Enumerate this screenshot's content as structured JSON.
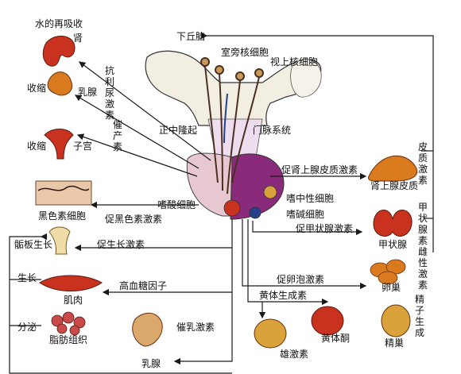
{
  "labels": {
    "hypothalamus": "下丘脑",
    "paraventricular": "室旁核细胞",
    "supraoptic": "视上核细胞",
    "median_eminence": "正中隆起",
    "portal": "门脉系统",
    "acidophil": "嗜酸细胞",
    "chromophobe": "嗜中性细胞",
    "basophil": "嗜碱细胞",
    "water_reabsorption": "水的再吸收",
    "kidney": "肾",
    "adh": "抗利尿激素",
    "contraction1": "收缩",
    "mammary_top": "乳腺",
    "oxytocin": "催产素",
    "contraction2": "收缩",
    "uterus": "子宫",
    "melanocyte": "黑色素细胞",
    "msh": "促黑色素激素",
    "acth": "促肾上腺皮质激素",
    "adrenal": "肾上腺皮质",
    "cortical_hormone": "皮质激素",
    "tsh": "促甲状腺激素",
    "thyroid": "甲状腺",
    "thyroid_hormone": "甲状腺素",
    "epiphysis": "骺板生长",
    "gh": "促生长激素",
    "growth": "生长",
    "muscle": "肌肉",
    "glycemic": "高血糖因子",
    "secretion": "分泌",
    "adipose": "脂肪组织",
    "fsh": "促卵泡激素",
    "ovary": "卵巢",
    "sex_hormone": "雌性激素",
    "lh": "黄体生成素",
    "sperm": "精子生成",
    "testis": "精巢",
    "progesterone": "黄体酮",
    "androgen": "雄激素",
    "prolactin": "催乳激素",
    "mammary_bottom": "乳腺"
  },
  "colors": {
    "line": "#1a1a1a",
    "anterior_lobe": "#8a2a7a",
    "posterior_lobe": "#e8c8d0",
    "stalk": "#eeddee",
    "hypothalamus_wing": "#f3eee2",
    "organ_red": "#c8321e",
    "organ_orange": "#d97a1e"
  },
  "icons": [
    "kidney-icon",
    "mammary-gland-icon",
    "uterus-icon",
    "skin-melanocyte-icon",
    "bone-icon",
    "muscle-icon",
    "adipose-icon",
    "mammary-gland-icon",
    "adrenal-icon",
    "thyroid-icon",
    "ovary-icon",
    "testis-icon",
    "corpus-luteum-icon"
  ]
}
